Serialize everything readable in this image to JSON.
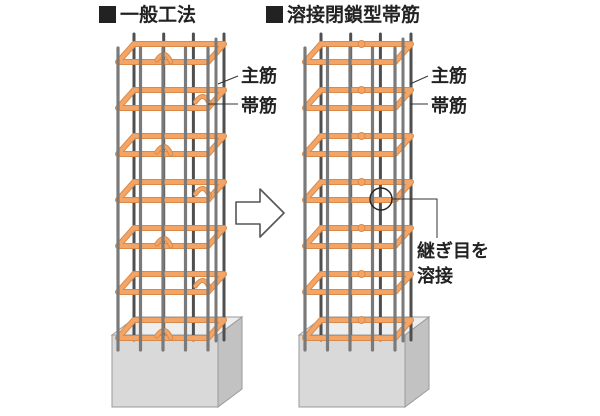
{
  "titles": {
    "left": "一般工法",
    "right": "溶接閉鎖型帯筋"
  },
  "labels": {
    "main_rebar": "主筋",
    "hoop": "帯筋",
    "weld_line1": "継ぎ目を",
    "weld_line2": "溶接"
  },
  "colors": {
    "hoop": "#f4a565",
    "hoop_outline": "#d98a4a",
    "rebar": "#7a7a7a",
    "rebar_dark": "#4f4f4f",
    "base_front": "#d9d9d9",
    "base_top": "#eeeeee",
    "base_side": "#c2c2c2",
    "text": "#222222"
  },
  "icons": {
    "title_marker": "filled-square-icon",
    "arrow": "right-arrow-icon",
    "weld_marker": "circle-marker-icon"
  },
  "hoop_count": 7
}
